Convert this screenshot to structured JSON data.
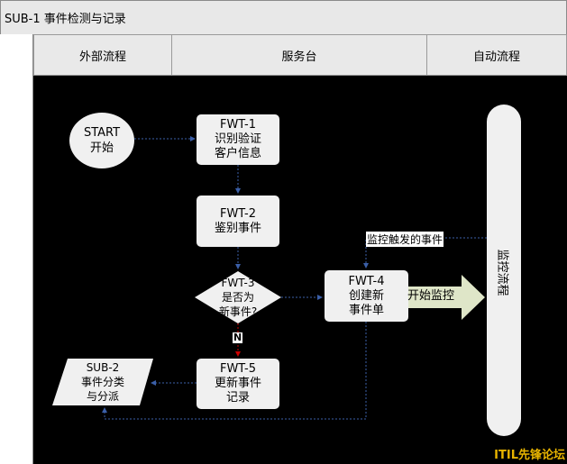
{
  "title": "SUB-1 事件检测与记录",
  "lanes": [
    {
      "label": "外部流程"
    },
    {
      "label": "服务台"
    },
    {
      "label": "自动流程"
    }
  ],
  "nodes": {
    "start": {
      "line1": "START",
      "line2": "开始"
    },
    "fwt1": {
      "line1": "FWT-1",
      "line2": "识别验证",
      "line3": "客户信息"
    },
    "fwt2": {
      "line1": "FWT-2",
      "line2": "鉴别事件"
    },
    "fwt3": {
      "line1": "FWT-3",
      "line2": "是否为",
      "line3": "新事件?"
    },
    "fwt4": {
      "line1": "FWT-4",
      "line2": "创建新",
      "line3": "事件单"
    },
    "fwt5": {
      "line1": "FWT-5",
      "line2": "更新事件",
      "line3": "记录"
    },
    "sub2": {
      "line1": "SUB-2",
      "line2": "事件分类",
      "line3": "与分派"
    },
    "monitor": {
      "label": "监控流程"
    }
  },
  "edge_labels": {
    "monitor_event": "监控触发的事件",
    "start_monitor": "开始监控",
    "no": "N"
  },
  "watermark": "ITIL先锋论坛",
  "colors": {
    "lane_bg": "#000000",
    "box_fill": "#f0f0f0",
    "connector": "#3b5fa8",
    "no_arrow": "#cc0000",
    "big_arrow": "#dfe6c8",
    "watermark": "#e8b400"
  }
}
